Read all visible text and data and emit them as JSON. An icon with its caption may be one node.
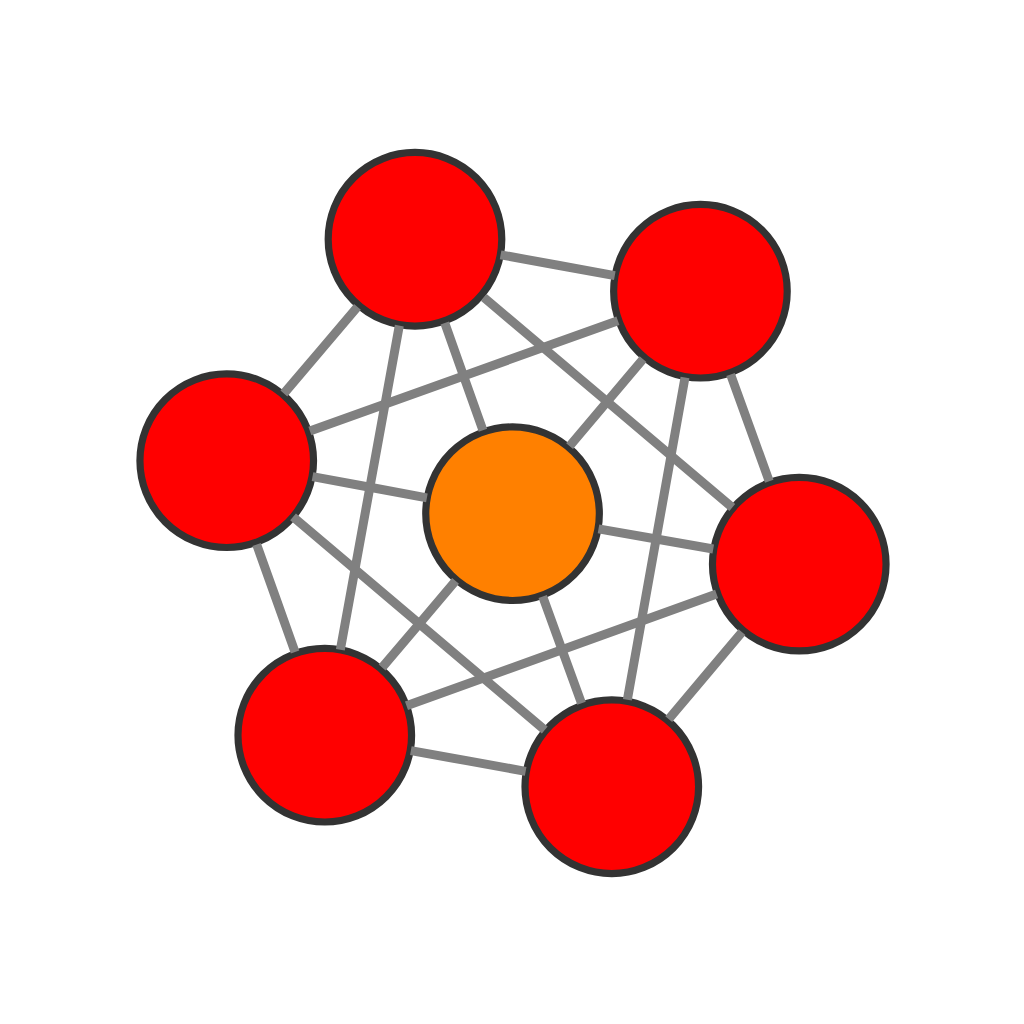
{
  "diagram": {
    "nodes": [
      {
        "text": [],
        "shape": "circle"
      },
      {
        "text": [],
        "shape": "circle"
      },
      {
        "text": [],
        "shape": "circle"
      },
      {
        "text": [],
        "shape": "circle"
      },
      {
        "text": [],
        "shape": "circle"
      },
      {
        "text": [],
        "shape": "circle"
      },
      {
        "text": [],
        "shape": "circle"
      }
    ],
    "edges": [
      {
        "from": 0,
        "to": 1,
        "arrow": "none"
      },
      {
        "from": 0,
        "to": 2,
        "arrow": "none"
      },
      {
        "from": 0,
        "to": 5,
        "arrow": "none"
      },
      {
        "from": 0,
        "to": 3,
        "arrow": "none"
      },
      {
        "from": 0,
        "to": 4,
        "arrow": "none"
      },
      {
        "from": 1,
        "to": 4,
        "arrow": "none"
      },
      {
        "from": 1,
        "to": 6,
        "arrow": "none"
      },
      {
        "from": 1,
        "to": 3,
        "arrow": "none"
      },
      {
        "from": 1,
        "to": 2,
        "arrow": "none"
      },
      {
        "from": 2,
        "to": 5,
        "arrow": "none"
      },
      {
        "from": 2,
        "to": 3,
        "arrow": "none"
      },
      {
        "from": 2,
        "to": 6,
        "arrow": "none"
      },
      {
        "from": 4,
        "to": 6,
        "arrow": "none"
      },
      {
        "from": 4,
        "to": 3,
        "arrow": "none"
      },
      {
        "from": 4,
        "to": 5,
        "arrow": "none"
      },
      {
        "from": 5,
        "to": 6,
        "arrow": "none"
      },
      {
        "from": 5,
        "to": 3,
        "arrow": "none"
      },
      {
        "from": 6,
        "to": 3,
        "arrow": "none"
      }
    ]
  }
}
